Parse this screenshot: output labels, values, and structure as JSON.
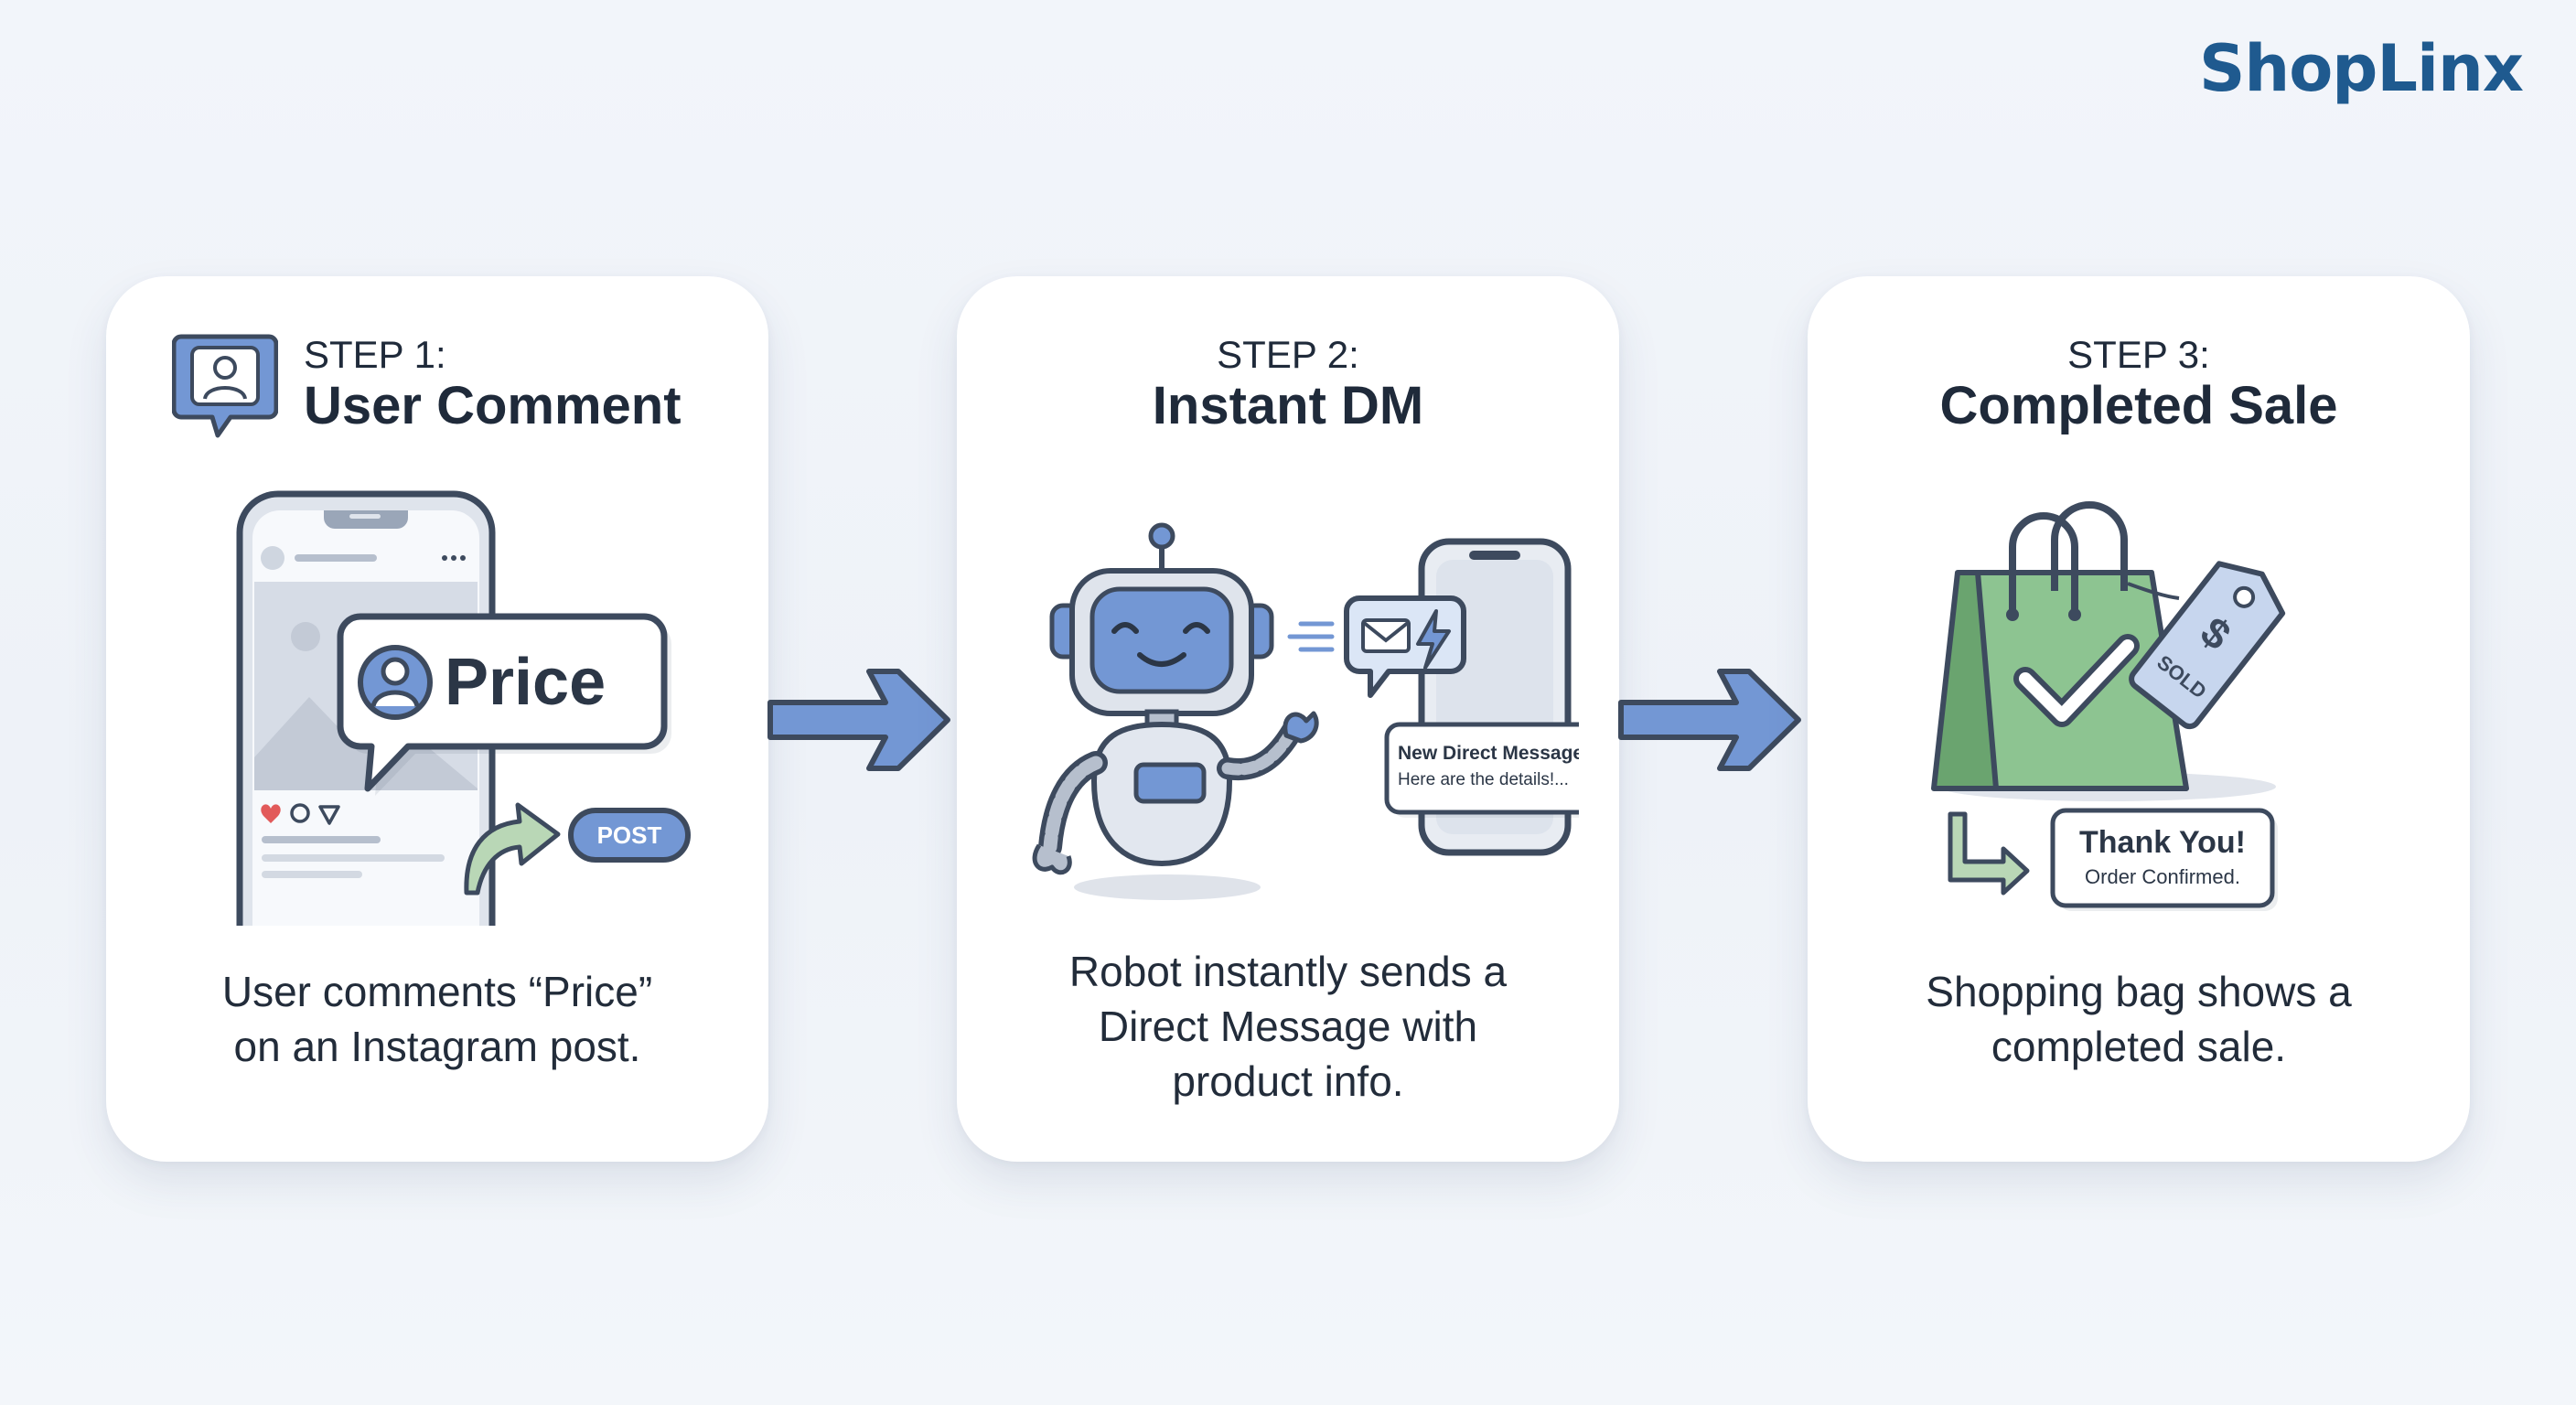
{
  "brand": {
    "name": "ShopLinx",
    "color": "#1f5a8f"
  },
  "colors": {
    "accent_blue": "#7397d4",
    "outline": "#3d4a5e",
    "bag_green": "#8dc491",
    "heart_red": "#e25a5a",
    "background": "#f2f5fa"
  },
  "steps": [
    {
      "label": "STEP 1:",
      "title": "User Comment",
      "icon": "user-comment-icon",
      "illustration": {
        "comment_text": "Price",
        "post_button": "POST"
      },
      "description": [
        "User comments “Price”",
        "on an Instagram post."
      ]
    },
    {
      "label": "STEP 2:",
      "title": "Instant DM",
      "illustration": {
        "notification_title": "New Direct Message",
        "notification_body": "Here are the details!..."
      },
      "description": [
        "Robot instantly sends a",
        "Direct Message with",
        "product info."
      ]
    },
    {
      "label": "STEP 3:",
      "title": "Completed Sale",
      "illustration": {
        "tag_text": "SOLD",
        "tag_symbol": "$",
        "confirm_title": "Thank You!",
        "confirm_body": "Order Confirmed."
      },
      "description": [
        "Shopping bag shows a",
        "completed sale."
      ]
    }
  ]
}
